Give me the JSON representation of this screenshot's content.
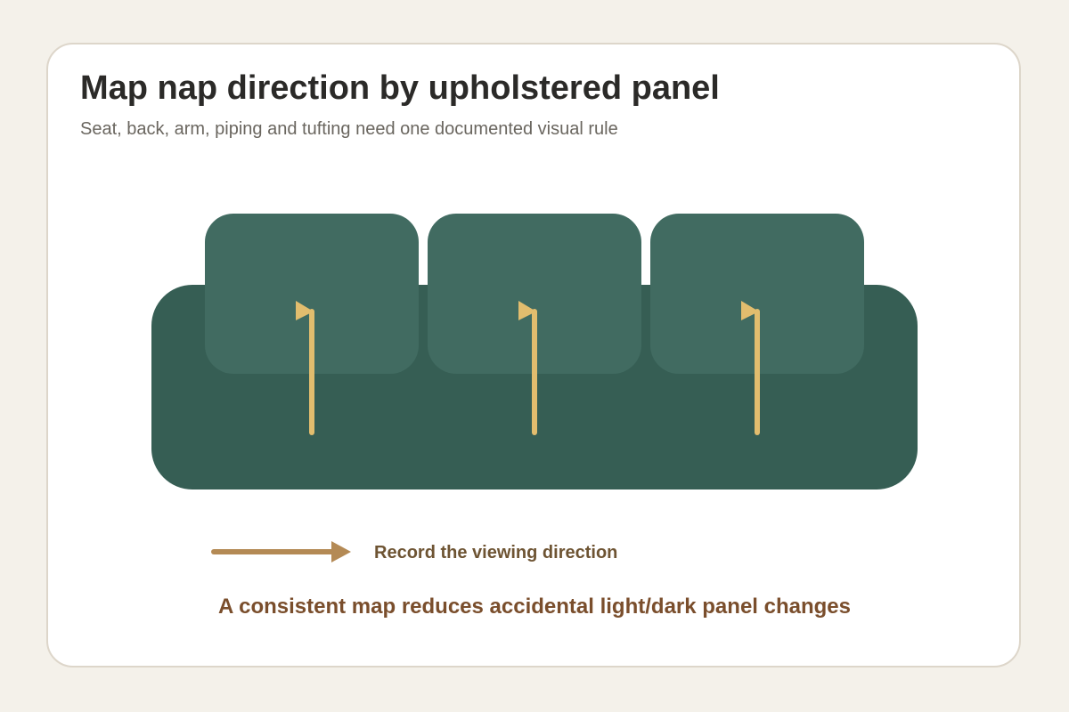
{
  "header": {
    "title": "Map nap direction by upholstered panel",
    "subtitle": "Seat, back, arm, piping and tufting need one documented visual rule"
  },
  "legend": {
    "arrow_label": "Record the viewing direction"
  },
  "footer": {
    "note": "A consistent map reduces accidental light/dark panel changes"
  },
  "colors": {
    "page_background": "#f4f1ea",
    "sofa_base": "#365e54",
    "back_cushion": "#416b61",
    "nap_arrow": "#e2bd6e",
    "legend_arrow": "#b48a55",
    "note_text": "#7a4e2c"
  },
  "sofa": {
    "back_cushions": [
      {
        "name": "back-cushion-left"
      },
      {
        "name": "back-cushion-center"
      },
      {
        "name": "back-cushion-right"
      }
    ],
    "nap_markers": [
      {
        "name": "nap-arrow-left"
      },
      {
        "name": "nap-arrow-center"
      },
      {
        "name": "nap-arrow-right"
      }
    ]
  }
}
